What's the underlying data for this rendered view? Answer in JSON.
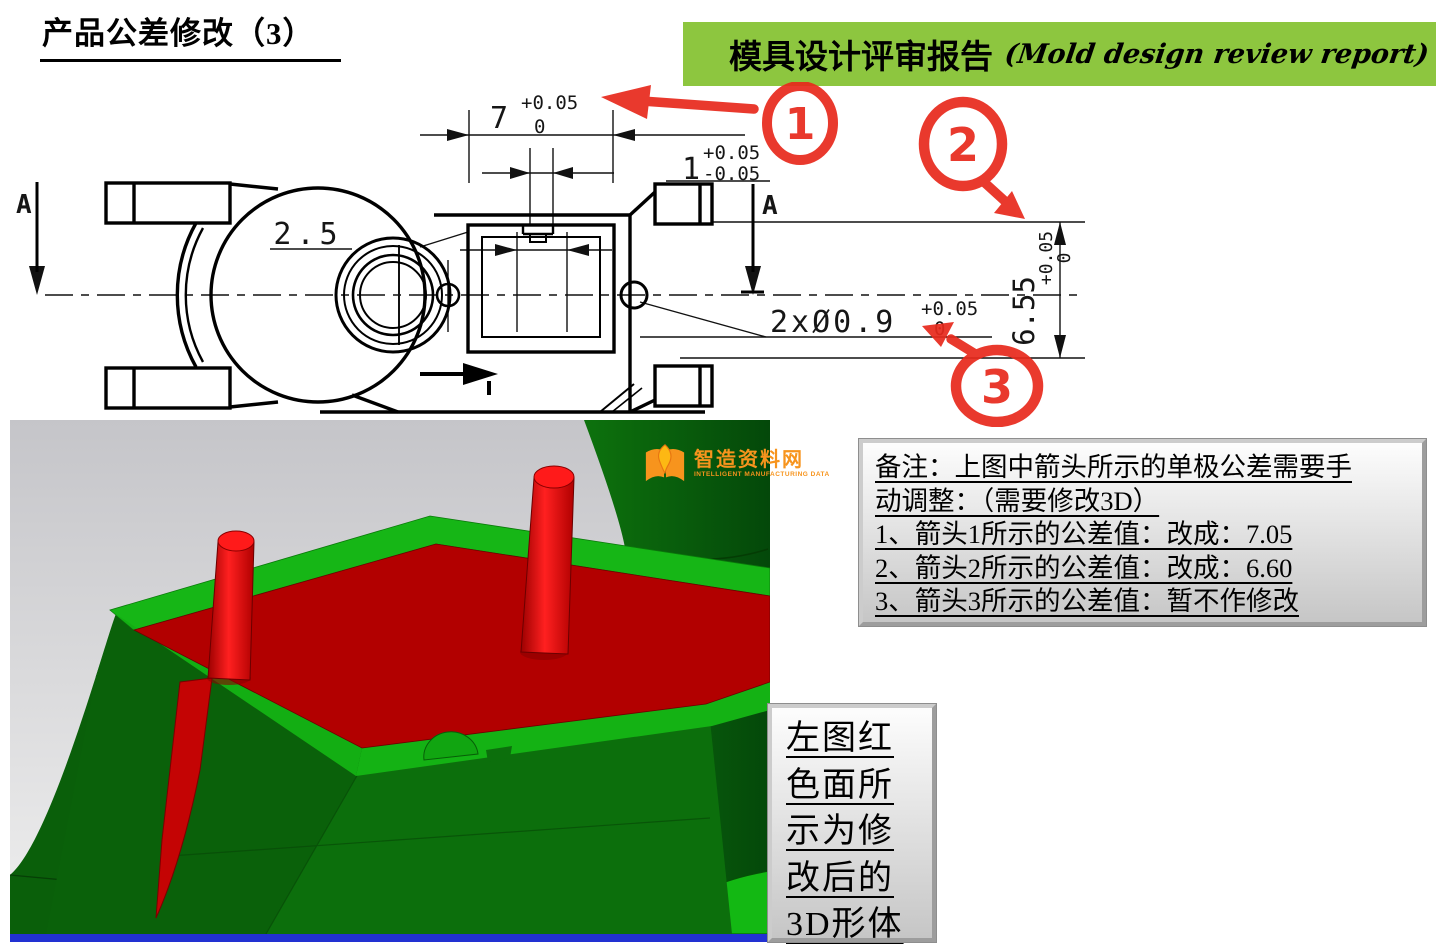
{
  "title": {
    "text": "产品公差修改（3）"
  },
  "banner": {
    "text_cn": "模具设计评审报告",
    "text_en": "(Mold design review report)",
    "bg_color": "#8dc63f"
  },
  "drawing": {
    "section_label_left": "A",
    "section_label_right": "A",
    "dim_width": {
      "value": "7",
      "tol_upper": "+0.05",
      "tol_lower": "0"
    },
    "dim_step": {
      "value": "1",
      "tol_upper": "+0.05",
      "tol_lower": "-0.05"
    },
    "dim_depth": {
      "value": "2.5"
    },
    "dim_holes": {
      "value": "2xØ0.9",
      "tol_upper": "+0.05",
      "tol_lower": "0"
    },
    "dim_height": {
      "value": "6.55",
      "tol_upper": "+0.05",
      "tol_lower": "0"
    },
    "marker_1": "1",
    "marker_2": "2",
    "marker_3": "3",
    "marker_color": "#e8291c"
  },
  "viewport": {
    "watermark": {
      "name_cn": "智造资料网",
      "name_en": "INTELLIGENT MANUFACTURING DATA",
      "color": "#f7941d"
    },
    "part_green": "#0c6f0c",
    "rim_green": "#16b616",
    "pocket_red": "#b20000",
    "pin_red": "#e00000",
    "bottom_bar_color": "#2231d2"
  },
  "note_box": {
    "lines": [
      "备注：上图中箭头所示的单极公差需要手",
      "动调整：（需要修改3D）",
      "1、箭头1所示的公差值：改成：7.05",
      "2、箭头2所示的公差值：改成：6.60",
      "3、箭头3所示的公差值：暂不作修改"
    ]
  },
  "side_box": {
    "lines": [
      "左图红",
      "色面所",
      "示为修",
      "改后的",
      "3D形体"
    ]
  }
}
